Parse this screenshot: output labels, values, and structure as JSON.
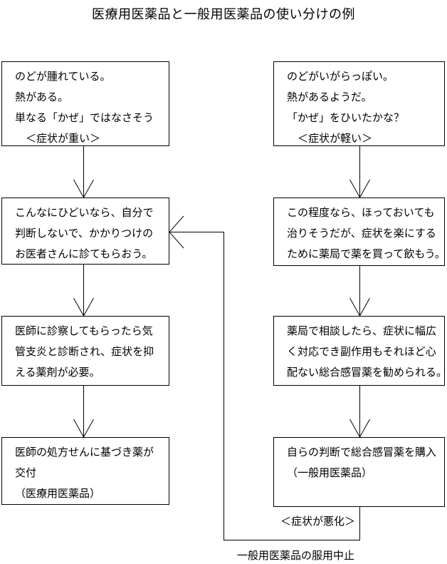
{
  "title": "医療用医薬品と一般用医薬品の使い分けの例",
  "colors": {
    "line": "#000000",
    "text": "#000000",
    "background": "#ffffff"
  },
  "boxes": {
    "l1": {
      "lines": [
        "のどが腫れている。",
        "熱がある。",
        "単なる「かぜ」ではなさそう",
        "　＜症状が重い＞"
      ]
    },
    "r1": {
      "lines": [
        "のどがいがらっぽい。",
        "熱があるようだ。",
        "「かぜ」をひいたかな？",
        "　＜症状が軽い＞"
      ]
    },
    "l2": {
      "lines": [
        "こんなにひどいなら、自分で",
        "判断しないで、かかりつけの",
        "お医者さんに診てもらおう。"
      ]
    },
    "r2": {
      "lines": [
        "この程度なら、ほっておいても",
        "治りそうだが、症状を楽にする",
        "ために薬局で薬を買って飲もう。"
      ]
    },
    "l3": {
      "lines": [
        "医師に診察してもらったら気",
        "管支炎と診断され、症状を抑",
        "える薬剤が必要。"
      ]
    },
    "r3": {
      "lines": [
        "薬局で相談したら、症状に幅広",
        "く対応でき副作用もそれほど心",
        "配ない総合感冒薬を勧められる。"
      ]
    },
    "l4": {
      "lines": [
        "医師の処方せんに基づき薬が",
        "交付",
        "（医療用医薬品）"
      ]
    },
    "r4": {
      "lines": [
        "自らの判断で総合感冒薬を購入",
        "（一般用医薬品）"
      ]
    }
  },
  "labels": {
    "worsen": "＜症状が悪化＞",
    "stop": "一般用医薬品の服用中止"
  }
}
